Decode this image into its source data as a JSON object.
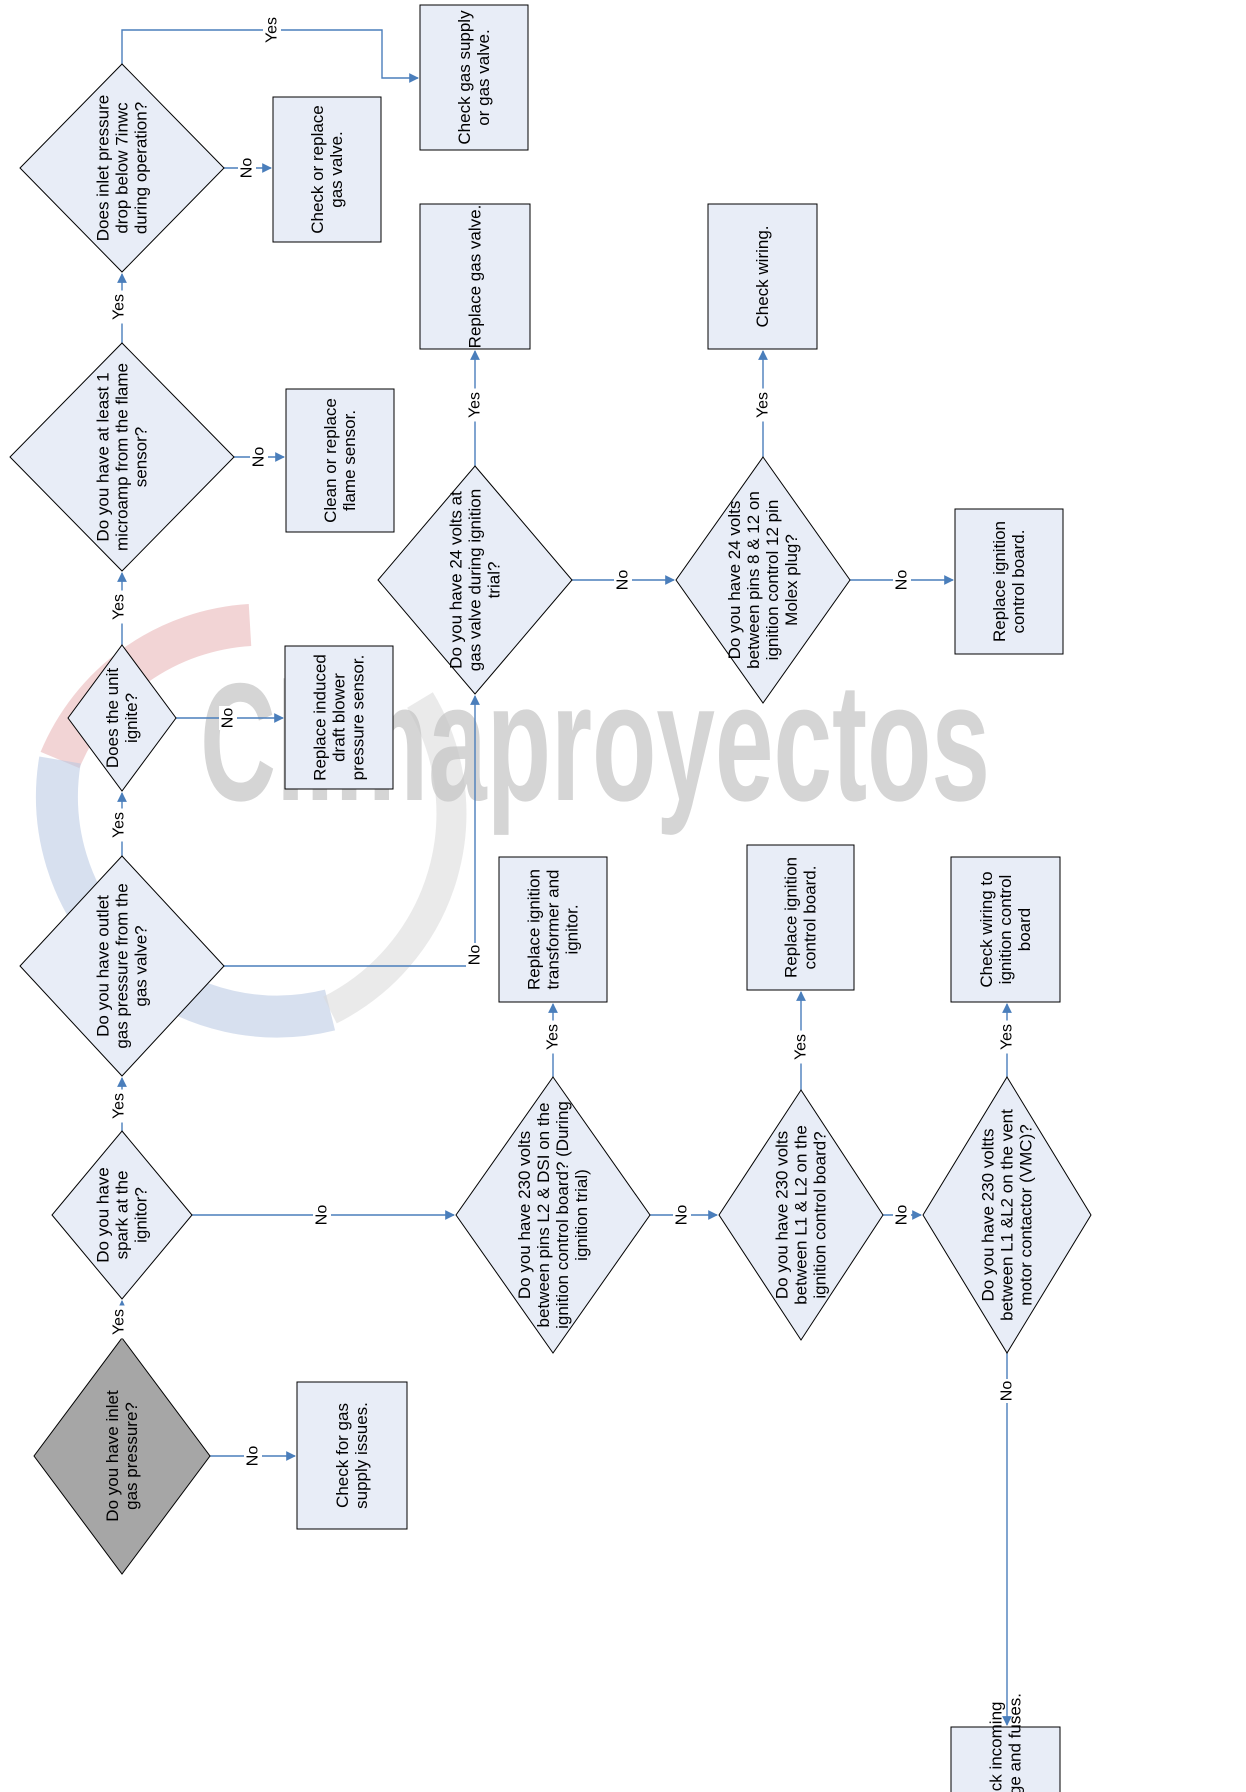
{
  "watermark": {
    "text": "Climaproyectos",
    "colors": {
      "text": "#c7c7c7",
      "arc_red": "#e8b1b3",
      "arc_blue": "#b7c7e1",
      "arc_gray": "#d9d9d9"
    }
  },
  "colors": {
    "node_fill": "#e8edf7",
    "start_fill": "#a6a6a6",
    "stroke": "#000000",
    "edge": "#4a7ebb"
  },
  "nodes": {
    "d_inlet": {
      "kind": "decision",
      "lines": [
        "Do you have inlet",
        "gas pressure?"
      ]
    },
    "b_gas_supply": {
      "kind": "process",
      "lines": [
        "Check for gas",
        "supply issues."
      ]
    },
    "d_spark": {
      "kind": "decision",
      "lines": [
        "Do you have",
        "spark at the",
        "ignitor?"
      ]
    },
    "d_outlet": {
      "kind": "decision",
      "lines": [
        "Do you have outlet",
        "gas pressure from the",
        "gas valve?"
      ]
    },
    "d_ignite": {
      "kind": "decision",
      "lines": [
        "Does the unit",
        "ignite?"
      ]
    },
    "b_induced": {
      "kind": "process",
      "lines": [
        "Replace induced",
        "draft blower",
        "pressure sensor."
      ]
    },
    "d_microamp": {
      "kind": "decision",
      "lines": [
        "Do you have at least 1",
        "microamp from the flame",
        "sensor?"
      ]
    },
    "b_flame": {
      "kind": "process",
      "lines": [
        "Clean or replace",
        "flame sensor."
      ]
    },
    "d_drop": {
      "kind": "decision",
      "lines": [
        "Does inlet pressure",
        "drop below 7inwc",
        "during operation?"
      ]
    },
    "b_check_valve": {
      "kind": "process",
      "lines": [
        "Check or replace",
        "gas valve."
      ]
    },
    "b_supply_valve": {
      "kind": "process",
      "lines": [
        "Check gas supply",
        "or gas valve."
      ]
    },
    "d_24v_valve": {
      "kind": "decision",
      "lines": [
        "Do you have 24 volts at",
        "gas valve during ignition",
        "trial?"
      ]
    },
    "b_replace_valve": {
      "kind": "process",
      "lines": [
        "Replace gas valve."
      ]
    },
    "d_24v_pins": {
      "kind": "decision",
      "lines": [
        "Do you have 24 volts",
        "between pins 8 & 12 on",
        "ignition control 12 pin",
        "Molex plug?"
      ]
    },
    "b_wiring": {
      "kind": "process",
      "lines": [
        "Check wiring."
      ]
    },
    "b_board_1": {
      "kind": "process",
      "lines": [
        "Replace ignition",
        "control board."
      ]
    },
    "d_230_dsi": {
      "kind": "decision",
      "lines": [
        "Do you have 230 volts",
        "between pins L2 & DSI on the",
        "ignition control board? (During",
        "ignition trial)"
      ]
    },
    "b_transformer": {
      "kind": "process",
      "lines": [
        "Replace ignition",
        "transformer and",
        "ignitor."
      ]
    },
    "d_230_l1l2": {
      "kind": "decision",
      "lines": [
        "Do you have 230 volts",
        "between L1 & L2 on the",
        "ignition control board?"
      ]
    },
    "b_board_2": {
      "kind": "process",
      "lines": [
        "Replace ignition",
        "control board."
      ]
    },
    "d_230_vmc": {
      "kind": "decision",
      "lines": [
        "Do you have 230 voltts",
        "between L1 &L2 on the vent",
        "motor contactor (VMC)?"
      ]
    },
    "b_wiring_board": {
      "kind": "process",
      "lines": [
        "Check wiring to",
        "ignition control",
        "board"
      ]
    },
    "b_incoming": {
      "kind": "process",
      "lines": [
        "Check incoming",
        "voltage and fuses."
      ]
    }
  },
  "edges": [
    {
      "from": "d_inlet",
      "to": "d_spark",
      "label": "Yes"
    },
    {
      "from": "d_inlet",
      "to": "b_gas_supply",
      "label": "No"
    },
    {
      "from": "d_spark",
      "to": "d_outlet",
      "label": "Yes"
    },
    {
      "from": "d_spark",
      "to": "d_230_dsi",
      "label": "No"
    },
    {
      "from": "d_outlet",
      "to": "d_ignite",
      "label": "Yes"
    },
    {
      "from": "d_outlet",
      "to": "d_24v_valve",
      "label": "No"
    },
    {
      "from": "d_ignite",
      "to": "d_microamp",
      "label": "Yes"
    },
    {
      "from": "d_ignite",
      "to": "b_induced",
      "label": "No"
    },
    {
      "from": "d_microamp",
      "to": "d_drop",
      "label": "Yes"
    },
    {
      "from": "d_microamp",
      "to": "b_flame",
      "label": "No"
    },
    {
      "from": "d_drop",
      "to": "b_supply_valve",
      "label": "Yes"
    },
    {
      "from": "d_drop",
      "to": "b_check_valve",
      "label": "No"
    },
    {
      "from": "d_24v_valve",
      "to": "b_replace_valve",
      "label": "Yes"
    },
    {
      "from": "d_24v_valve",
      "to": "d_24v_pins",
      "label": "No"
    },
    {
      "from": "d_24v_pins",
      "to": "b_wiring",
      "label": "Yes"
    },
    {
      "from": "d_24v_pins",
      "to": "b_board_1",
      "label": "No"
    },
    {
      "from": "d_230_dsi",
      "to": "b_transformer",
      "label": "Yes"
    },
    {
      "from": "d_230_dsi",
      "to": "d_230_l1l2",
      "label": "No"
    },
    {
      "from": "d_230_l1l2",
      "to": "b_board_2",
      "label": "Yes"
    },
    {
      "from": "d_230_l1l2",
      "to": "d_230_vmc",
      "label": "No"
    },
    {
      "from": "d_230_vmc",
      "to": "b_wiring_board",
      "label": "Yes"
    },
    {
      "from": "d_230_vmc",
      "to": "b_incoming",
      "label": "No"
    }
  ]
}
